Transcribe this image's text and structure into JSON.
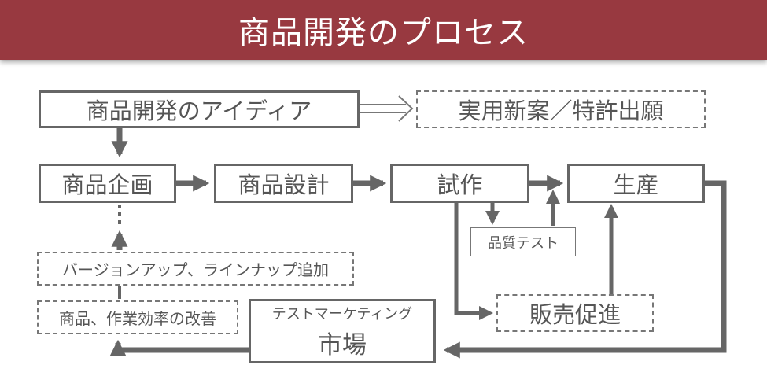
{
  "title": "商品開発のプロセス",
  "colors": {
    "header": "#983940",
    "line": "#666666",
    "text": "#555555"
  },
  "nodes": {
    "idea": "商品開発のアイディア",
    "patent": "実用新案／特許出願",
    "planning": "商品企画",
    "design": "商品設計",
    "prototype": "試作",
    "production": "生産",
    "quality_test": "品質テスト",
    "sales_promo": "販売促進",
    "version_up": "バージョンアップ、ラインナップ追加",
    "improvement": "商品、作業効率の改善",
    "test_marketing": "テストマーケティング",
    "market": "市場"
  }
}
